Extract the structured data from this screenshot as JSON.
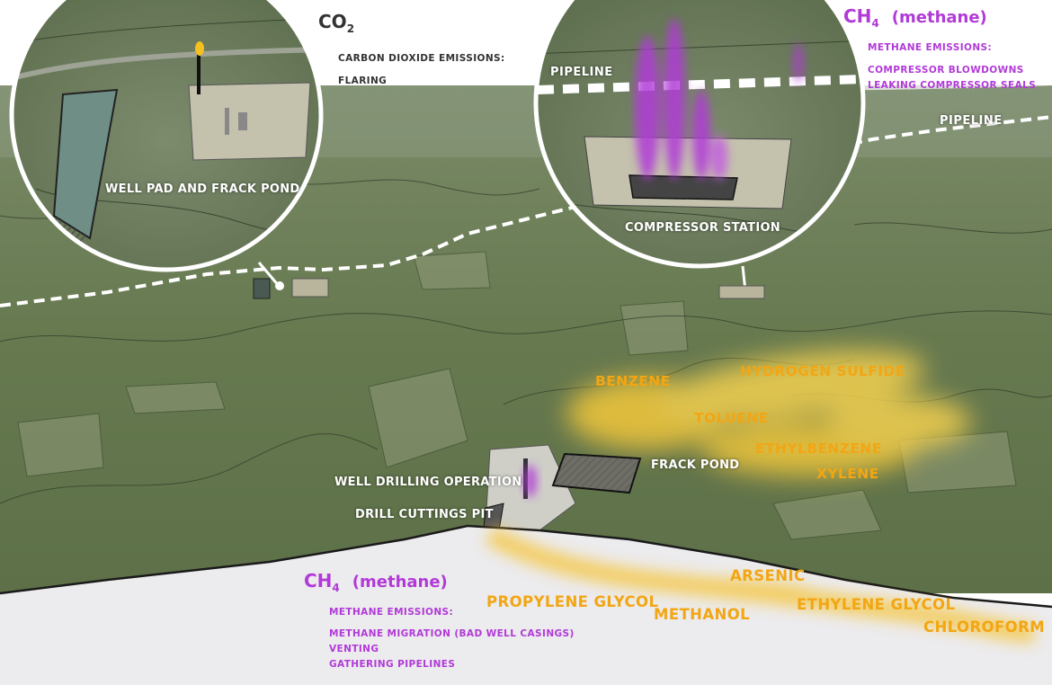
{
  "callout_left": {
    "gas_formula": "CO",
    "gas_subscript": "2",
    "emissions_heading": "CARBON DIOXIDE EMISSIONS:",
    "sources": [
      "FLARING"
    ],
    "site_label": "WELL PAD AND FRACK POND"
  },
  "callout_right": {
    "gas_formula": "CH",
    "gas_subscript": "4",
    "gas_name": "(methane)",
    "emissions_heading": "METHANE EMISSIONS:",
    "sources": [
      "COMPRESSOR BLOWDOWNS",
      "LEAKING COMPRESSOR SEALS"
    ],
    "site_label": "COMPRESSOR STATION",
    "pipeline_label": "PIPELINE"
  },
  "map": {
    "pipeline_label": "PIPELINE",
    "sites": {
      "well_drilling": "WELL DRILLING OPERATION",
      "drill_cuttings": "DRILL CUTTINGS PIT",
      "frack_pond": "FRACK POND"
    },
    "air_chemicals": [
      "BENZENE",
      "HYDROGEN SULFIDE",
      "TOLUENE",
      "ETHYLBENZENE",
      "XYLENE"
    ]
  },
  "underground": {
    "gas_formula": "CH",
    "gas_subscript": "4",
    "gas_name": "(methane)",
    "emissions_heading": "METHANE EMISSIONS:",
    "sources": [
      "METHANE MIGRATION (BAD WELL CASINGS)",
      "VENTING",
      "GATHERING PIPELINES"
    ],
    "chemicals": [
      "PROPYLENE GLYCOL",
      "METHANOL",
      "ARSENIC",
      "ETHYLENE GLYCOL",
      "CHLOROFORM"
    ]
  },
  "colors": {
    "terrain": "#6b7d58",
    "methane_purple": "#b13ad8",
    "chemical_orange": "#f2a614",
    "ground": "#ecebed",
    "pipeline": "#ffffff"
  }
}
